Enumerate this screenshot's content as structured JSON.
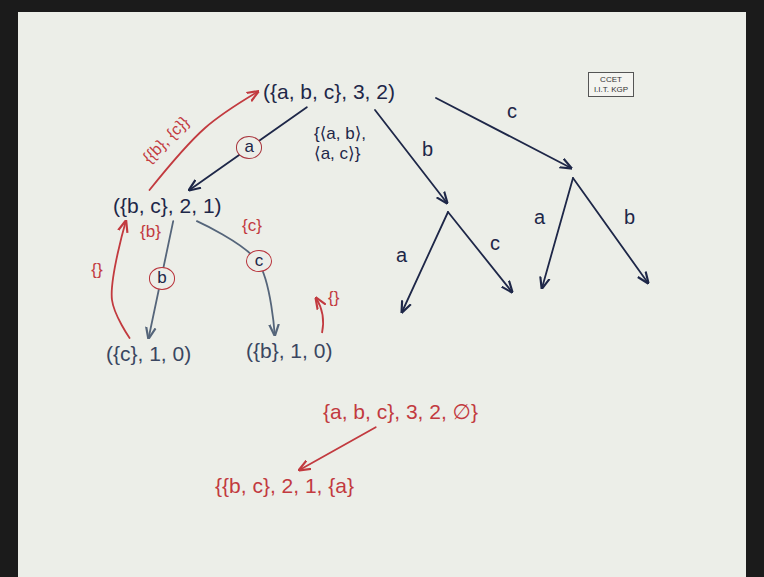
{
  "diagram": {
    "nodes": [
      {
        "text": [
          "({a, b, c}, 3, 2)"
        ]
      },
      {
        "text": [
          "CCET I.I.T. KGP"
        ]
      },
      {
        "text": [
          "({b, c}, 2, 1)"
        ]
      },
      {
        "text": [
          "({c}, 1, 0)"
        ]
      },
      {
        "text": [
          "({b}, 1, 0)"
        ]
      },
      {
        "text": [
          "{a, b, c}, 3, 2, ∅}"
        ]
      },
      {
        "text": [
          "{{b, c}, 2, 1, {a}"
        ]
      }
    ],
    "edges": [
      {
        "from": 0,
        "to": 2,
        "arrow": "to",
        "label": "a"
      },
      {
        "from": 2,
        "to": 3,
        "arrow": "to",
        "label": "b"
      },
      {
        "from": 2,
        "to": 4,
        "arrow": "to",
        "label": "c"
      },
      {
        "from": 2,
        "to": 0,
        "arrow": "to",
        "label": "{{b}, {c}}"
      },
      {
        "from": 3,
        "to": 2,
        "arrow": "to",
        "label": "{}"
      },
      {
        "from": 5,
        "to": 6,
        "arrow": "to"
      }
    ],
    "labels": [
      "{⟨a, b⟩, ⟨a, c⟩}",
      "b",
      "c",
      "a",
      "c",
      "a",
      "b",
      "{b}",
      "{c}",
      "{}"
    ]
  }
}
